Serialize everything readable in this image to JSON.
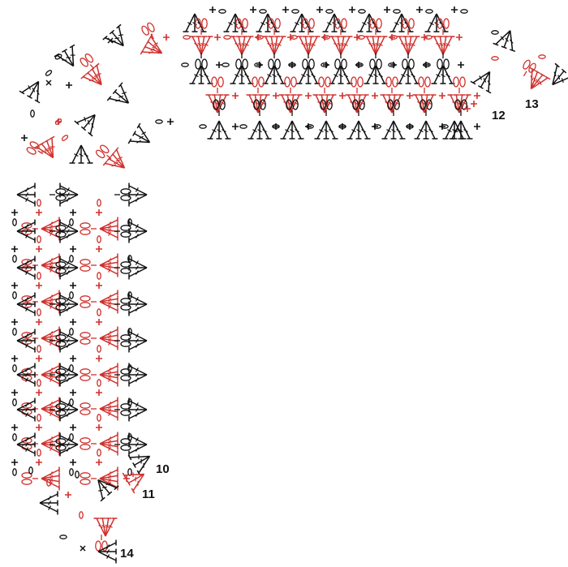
{
  "diagram": {
    "colors": {
      "ink": "#111111",
      "accent": "#d0312d",
      "background": "#ffffff"
    },
    "symbols": [
      "chain-oval",
      "single-crochet-plus",
      "double-crochet-fan",
      "picot-loop"
    ],
    "row_labels": [
      "10",
      "11",
      "12",
      "13",
      "14"
    ]
  }
}
